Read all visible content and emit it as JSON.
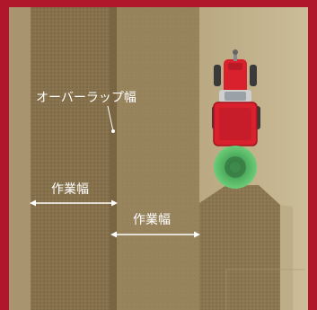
{
  "labels": {
    "overlap_width": "オーバーラップ幅",
    "work_width_1": "作業幅",
    "work_width_2": "作業幅"
  },
  "colors": {
    "frame": "#b0172b",
    "field_dark": "#8a7752",
    "field_mid": "#a28e66",
    "field_light": "#b6a47c",
    "tractor_red": "#d9212e",
    "sensor_green": "#5cc26b",
    "arrow": "#ffffff"
  },
  "icons": {
    "tractor": "tractor-icon",
    "sensor": "gnss-sensor-icon"
  }
}
